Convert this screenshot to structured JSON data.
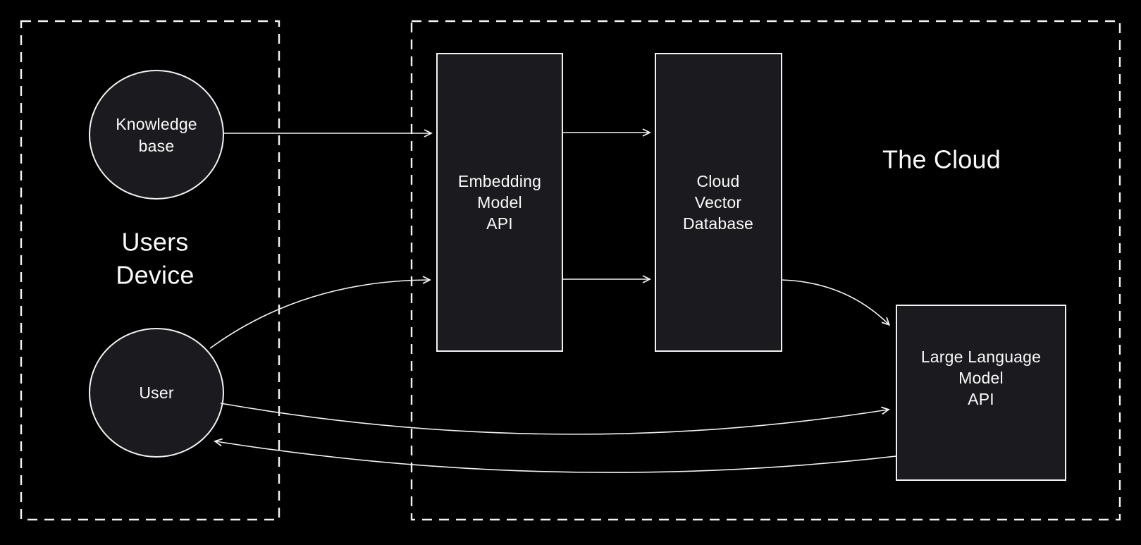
{
  "colors": {
    "background": "#000000",
    "node_fill": "#1a1a1f",
    "line": "#f2f2f2",
    "text": "#fafafa"
  },
  "groups": {
    "users_device": {
      "label_line1": "Users",
      "label_line2": "Device"
    },
    "cloud": {
      "label": "The Cloud"
    }
  },
  "nodes": {
    "knowledge_base": {
      "line1": "Knowledge",
      "line2": "base"
    },
    "user": {
      "label": "User"
    },
    "embedding_model_api": {
      "line1": "Embedding",
      "line2": "Model",
      "line3": "API"
    },
    "cloud_vector_database": {
      "line1": "Cloud",
      "line2": "Vector",
      "line3": "Database"
    },
    "large_language_model_api": {
      "line1": "Large Language",
      "line2": "Model",
      "line3": "API"
    }
  },
  "edges": [
    {
      "from": "knowledge_base",
      "to": "embedding_model_api"
    },
    {
      "from": "user",
      "to": "embedding_model_api"
    },
    {
      "from": "embedding_model_api",
      "to": "cloud_vector_database",
      "variant": "upper"
    },
    {
      "from": "embedding_model_api",
      "to": "cloud_vector_database",
      "variant": "lower"
    },
    {
      "from": "cloud_vector_database",
      "to": "large_language_model_api"
    },
    {
      "from": "user",
      "to": "large_language_model_api"
    },
    {
      "from": "large_language_model_api",
      "to": "user"
    }
  ]
}
